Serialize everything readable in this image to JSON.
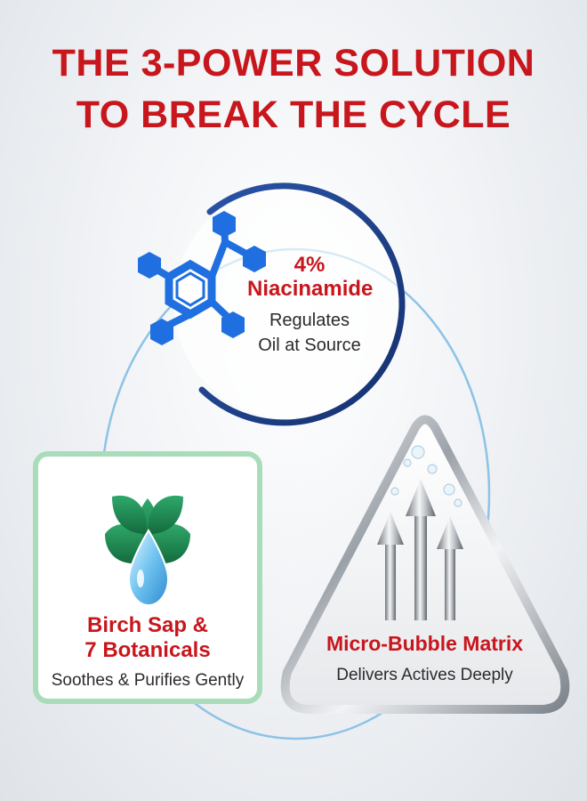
{
  "headline": {
    "line1": "THE 3-POWER SOLUTION",
    "line2": "TO BREAK THE CYCLE"
  },
  "colors": {
    "headline": "#c8161d",
    "circle_ring": "#1f3f8a",
    "connector": "#8cc3e6",
    "leaf_green": "#1f8a55",
    "green_frame": "#a9dcb8",
    "molecule_blue": "#1f6fe0"
  },
  "features": [
    {
      "icon": "molecule-icon",
      "title_line1": "4%",
      "title_line2": "Niacinamide",
      "desc_line1": "Regulates",
      "desc_line2": "Oil at Source"
    },
    {
      "icon": "leaf-drop-icon",
      "title_line1": "Birch Sap &",
      "title_line2": "7 Botanicals",
      "desc_line1": "Soothes & Purifies Gently"
    },
    {
      "icon": "rising-arrows-icon",
      "title_line1": "Micro-Bubble Matrix",
      "desc_line1": "Delivers Actives Deeply"
    }
  ]
}
